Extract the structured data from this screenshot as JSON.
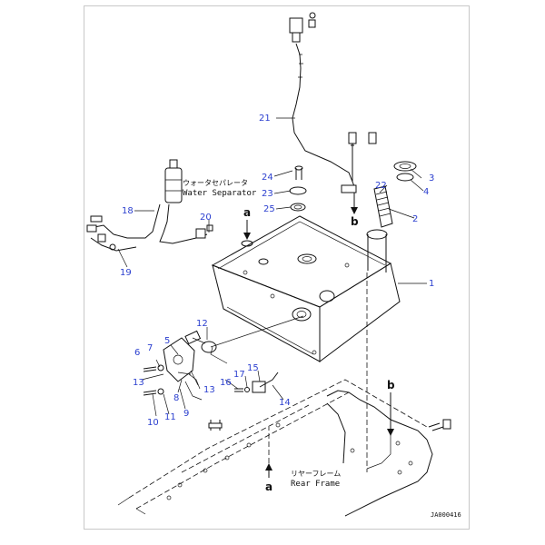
{
  "callouts": [
    "1",
    "2",
    "3",
    "4",
    "5",
    "6",
    "7",
    "8",
    "9",
    "10",
    "11",
    "12",
    "13",
    "13",
    "14",
    "15",
    "16",
    "17",
    "18",
    "19",
    "20",
    "21",
    "22",
    "23",
    "24",
    "25"
  ],
  "labels": {
    "water_separator_jp": "ウォータセパレータ",
    "water_separator_en": "Water Separator",
    "rear_frame_jp": "リヤーフレーム",
    "rear_frame_en": "Rear Frame",
    "drawing_ref": "JA000416"
  },
  "markers": {
    "a_top": "a",
    "a_bottom": "a",
    "b_top": "b",
    "b_bottom": "b"
  },
  "colors": {
    "callout": "#2b3fcf",
    "line": "#111111",
    "frame": "#c8c8c8"
  }
}
